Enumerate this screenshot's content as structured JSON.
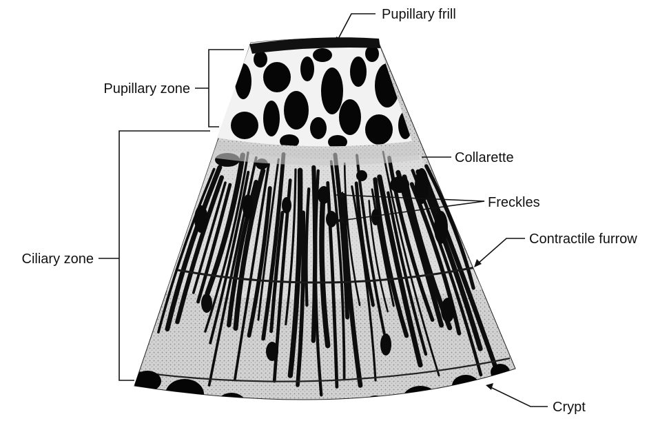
{
  "labels": {
    "pupillary_frill": "Pupillary frill",
    "pupillary_zone": "Pupillary zone",
    "collarette": "Collarette",
    "freckles": "Freckles",
    "ciliary_zone": "Ciliary zone",
    "contractile_furrow": "Contractile furrow",
    "crypt": "Crypt"
  },
  "colors": {
    "ink": "#111111",
    "tissue_light": "#e4e4e4",
    "tissue_mid": "#bcbcbc",
    "fiber_dark": "#0a0a0a"
  }
}
